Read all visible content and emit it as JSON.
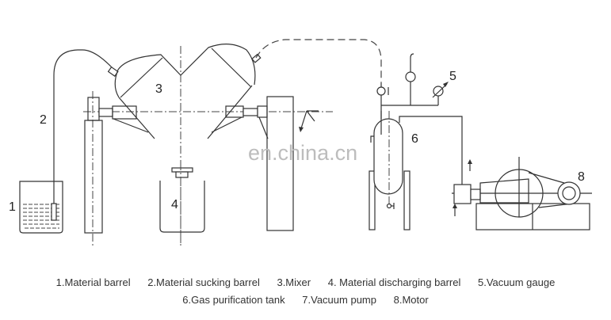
{
  "diagram": {
    "labels": [
      "1",
      "2",
      "3",
      "4",
      "5",
      "6",
      "8"
    ],
    "watermark": "en.china.cn"
  },
  "caption": {
    "line1": [
      "1.Material barrel",
      "2.Material sucking barrel",
      "3.Mixer",
      "4. Material discharging barrel",
      "5.Vacuum gauge"
    ],
    "line2": [
      "6.Gas purification tank",
      "7.Vacuum pump",
      "8.Motor"
    ]
  }
}
